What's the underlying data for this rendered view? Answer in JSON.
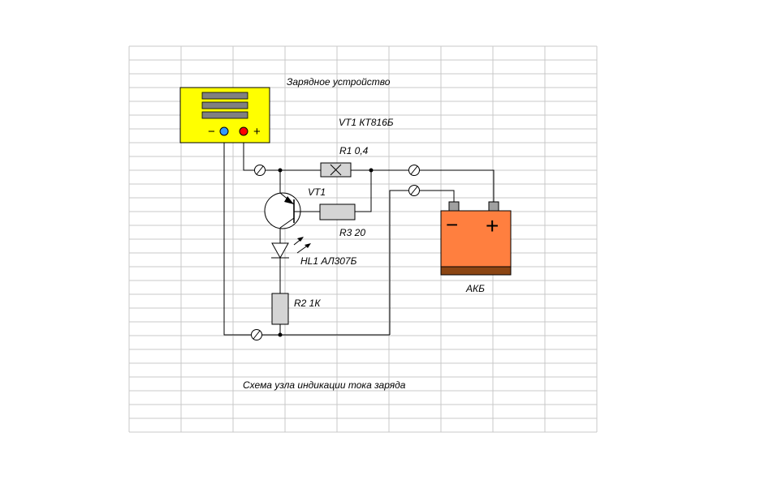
{
  "title": "Зарядное устройство",
  "caption": "Схема узла индикации тока заряда",
  "labels": {
    "vt1_type": "VT1 КТ816Б",
    "vt1": "VT1",
    "r1": "R1  0,4",
    "r3": "R3 20",
    "hl1": "HL1 АЛ307Б",
    "r2": "R2 1К",
    "battery": "АКБ"
  },
  "charger": {
    "minus_sign": "−",
    "plus_sign": "+"
  },
  "battery": {
    "minus_sign": "−",
    "plus_sign": "+"
  },
  "colors": {
    "charger_body": "#ffff00",
    "charger_slot": "#808080",
    "terminal_minus": "#3399ff",
    "terminal_plus": "#ff0000",
    "battery_body": "#ff7f3f",
    "battery_base": "#8b4513",
    "battery_terminal": "#a0a0a0",
    "resistor": "#d4d4d4",
    "grid": "#c8c8c8",
    "wire": "#000000"
  }
}
